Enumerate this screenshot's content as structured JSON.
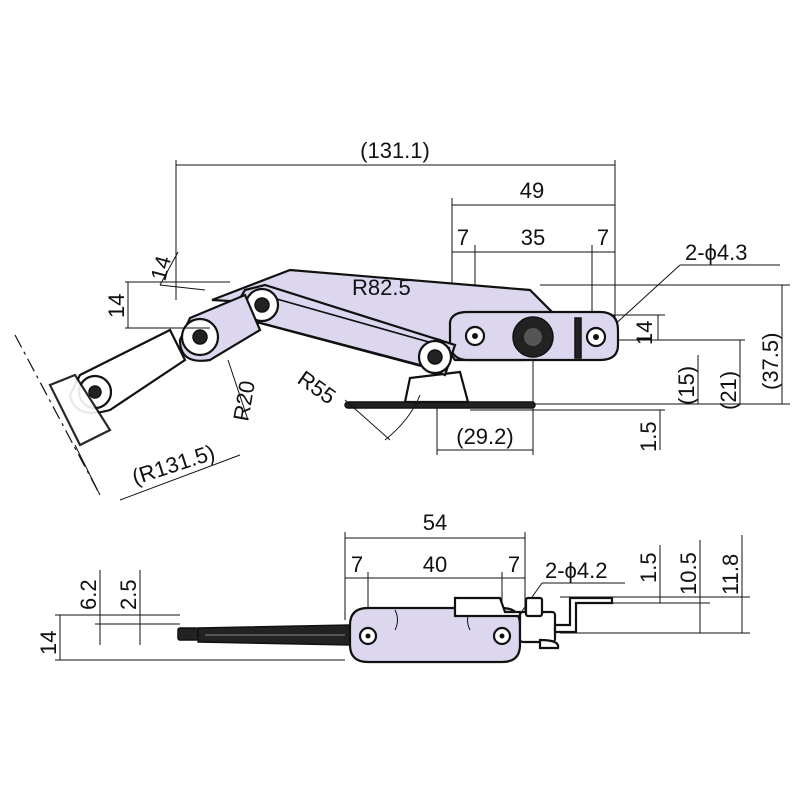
{
  "drawing": {
    "side_view": {
      "overall_length": "(131.1)",
      "base_width": "49",
      "hole_pitch": "35",
      "edge_left": "7",
      "edge_right": "7",
      "hole_callout": "2-ϕ4.3",
      "arm_radius": "R82.5",
      "lever_radius": "R55",
      "handle_radius": "R20",
      "swing_radius": "(R131.5)",
      "hook_width": "14",
      "arm_width": "14",
      "plate_height": "14",
      "dim_15": "(15)",
      "dim_21": "(21)",
      "dim_37_5": "(37.5)",
      "offset": "(29.2)",
      "base_thickness": "1.5"
    },
    "top_view": {
      "base_width": "54",
      "hole_pitch": "40",
      "edge_left": "7",
      "edge_right": "7",
      "hole_callout": "2-ϕ4.2",
      "dim_1_5": "1.5",
      "dim_10_5": "10.5",
      "dim_11_8": "11.8",
      "dim_6_2": "6.2",
      "dim_2_5": "2.5",
      "dim_14": "14"
    }
  }
}
